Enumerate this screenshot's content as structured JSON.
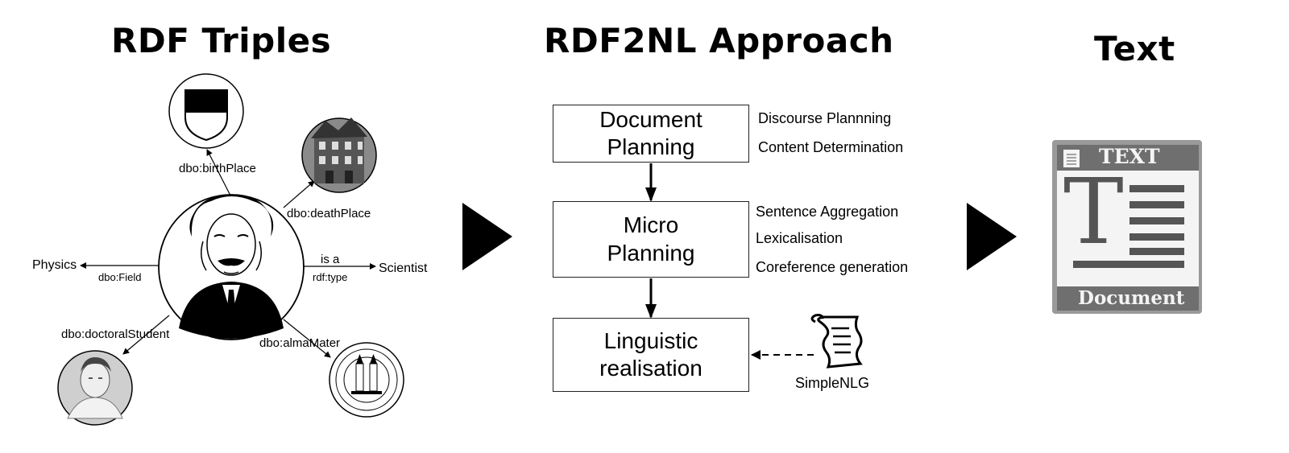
{
  "headings": {
    "left": "RDF Triples",
    "middle": "RDF2NL Approach",
    "right": "Text"
  },
  "graph": {
    "edges": {
      "birth_place": "dbo:birthPlace",
      "death_place": "dbo:deathPlace",
      "type_is_a": "is a",
      "type_rdf": "rdf:type",
      "field": "dbo:Field",
      "doctoral_student": "dbo:doctoralStudent",
      "alma_mater": "dbo:almaMater"
    },
    "nodes": {
      "physics": "Physics",
      "scientist": "Scientist"
    }
  },
  "pipeline": {
    "stages": [
      {
        "line1": "Document",
        "line2": "Planning",
        "notes": [
          "Discourse Plannning",
          "Content Determination"
        ]
      },
      {
        "line1": "Micro",
        "line2": "Planning",
        "notes": [
          "Sentence Aggregation",
          "Lexicalisation",
          "Coreference generation"
        ]
      },
      {
        "line1": "Linguistic",
        "line2": "realisation",
        "notes": []
      }
    ],
    "tool": "SimpleNLG"
  },
  "document_icon": {
    "header": "TEXT",
    "letter": "T",
    "footer": "Document"
  },
  "colors": {
    "ink": "#000000",
    "doc_frame": "#6f6f6f",
    "doc_dark": "#555555"
  }
}
